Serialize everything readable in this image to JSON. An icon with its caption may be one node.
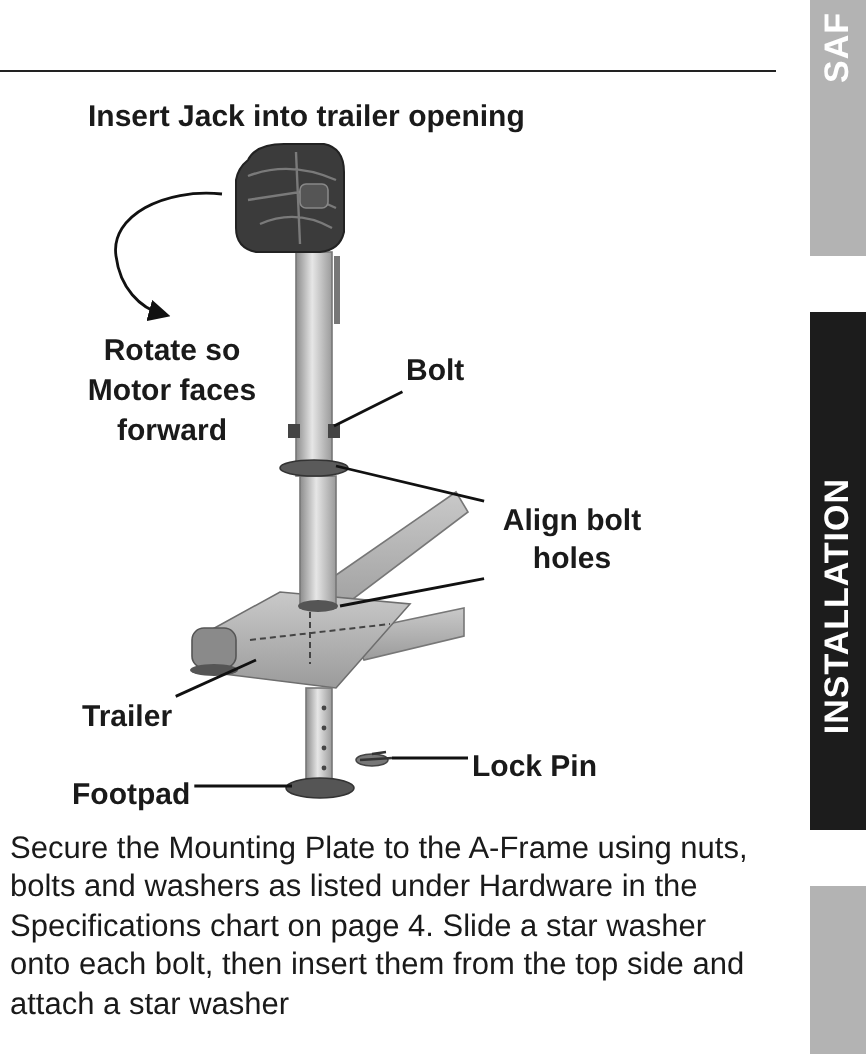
{
  "diagram": {
    "title": "Insert Jack into trailer opening",
    "nodes": [
      {
        "text": [
          "SAF"
        ]
      },
      {
        "text": [
          "Bolt"
        ]
      },
      {
        "text": [
          "Align bolt holes"
        ]
      },
      {
        "text": [
          "INSTALLATION"
        ]
      },
      {
        "text": [
          "Trailer"
        ]
      },
      {
        "text": [
          "Lock Pin"
        ]
      },
      {
        "text": [
          "Footpad"
        ]
      },
      {
        "text": [],
        "shape": "box"
      }
    ],
    "edges": [
      {
        "from": 1,
        "to": null,
        "arrow": "none"
      },
      {
        "from": 2,
        "to": null,
        "arrow": "none"
      },
      {
        "from": 2,
        "to": null,
        "arrow": "none"
      },
      {
        "from": 4,
        "to": null,
        "arrow": "none"
      },
      {
        "from": 6,
        "to": null,
        "arrow": "none"
      },
      {
        "from": 5,
        "to": null,
        "arrow": "none"
      }
    ],
    "labels": [
      "Rotate so Motor faces forward",
      "Secure the Mounting Plate to the A-Frame using nuts, bolts and washers as listed under Hardware in the Specifications chart on page 4. Slide a star washer onto each bolt, then insert them from the top side and attach a star washer"
    ]
  }
}
